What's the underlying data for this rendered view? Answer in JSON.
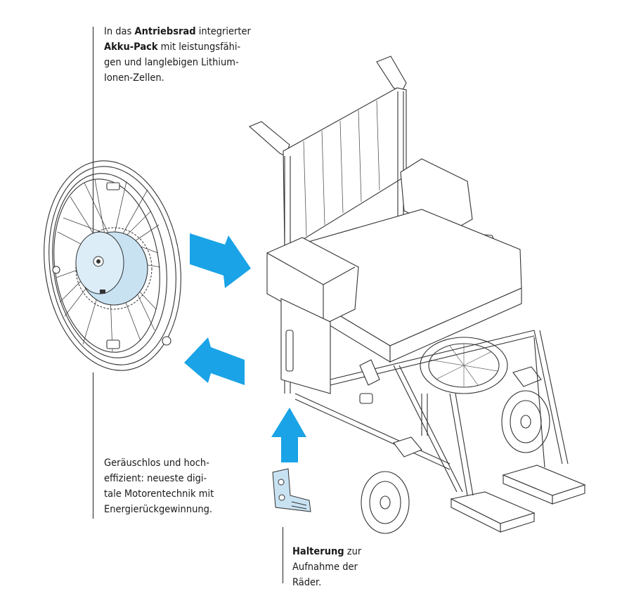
{
  "callouts": {
    "battery": {
      "lines": [
        {
          "pre": "In das ",
          "bold": "Antriebsrad",
          "post": " integrierter"
        },
        {
          "pre": "",
          "bold": "Akku-Pack",
          "post": " mit leistungsfähi-"
        },
        {
          "pre": "gen und langlebigen Lithium-",
          "bold": "",
          "post": ""
        },
        {
          "pre": "Ionen-Zellen.",
          "bold": "",
          "post": ""
        }
      ]
    },
    "motor": {
      "lines": [
        {
          "pre": "Geräuschlos und hoch-",
          "bold": "",
          "post": ""
        },
        {
          "pre": "effizient: neueste digi-",
          "bold": "",
          "post": ""
        },
        {
          "pre": "tale Motorentechnik mit",
          "bold": "",
          "post": ""
        },
        {
          "pre": "Energierückgewinnung.",
          "bold": "",
          "post": ""
        }
      ]
    },
    "mount": {
      "lines": [
        {
          "pre": "",
          "bold": "Halterung",
          "post": " zur"
        },
        {
          "pre": "Aufnahme der",
          "bold": "",
          "post": ""
        },
        {
          "pre": "Räder.",
          "bold": "",
          "post": ""
        }
      ]
    }
  },
  "colors": {
    "arrow": "#1aa3e6",
    "hub": "#c8e2f2",
    "line": "#333333"
  }
}
